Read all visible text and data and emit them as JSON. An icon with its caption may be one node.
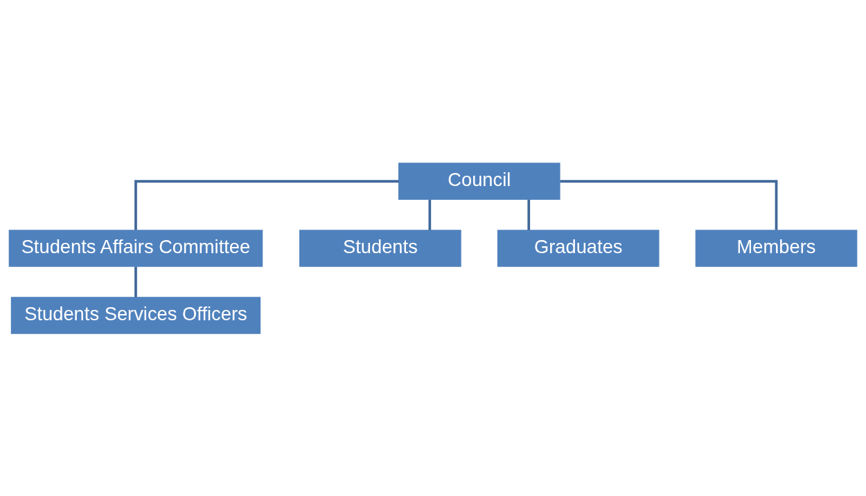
{
  "diagram": {
    "nodes": [
      {
        "text": [
          "Council"
        ]
      },
      {
        "text": [
          "Students Affairs Committee"
        ]
      },
      {
        "text": [
          "Students Services Officers"
        ]
      },
      {
        "text": [
          "Students"
        ]
      },
      {
        "text": [
          "Graduates"
        ]
      },
      {
        "text": [
          "Members"
        ]
      }
    ],
    "edges": [
      {
        "from": 0,
        "to": 1,
        "arrow": "none"
      },
      {
        "from": 1,
        "to": 2,
        "arrow": "none"
      },
      {
        "from": 0,
        "to": 3,
        "arrow": "none"
      },
      {
        "from": 0,
        "to": 4,
        "arrow": "none"
      },
      {
        "from": 0,
        "to": 5,
        "arrow": "none"
      }
    ]
  }
}
